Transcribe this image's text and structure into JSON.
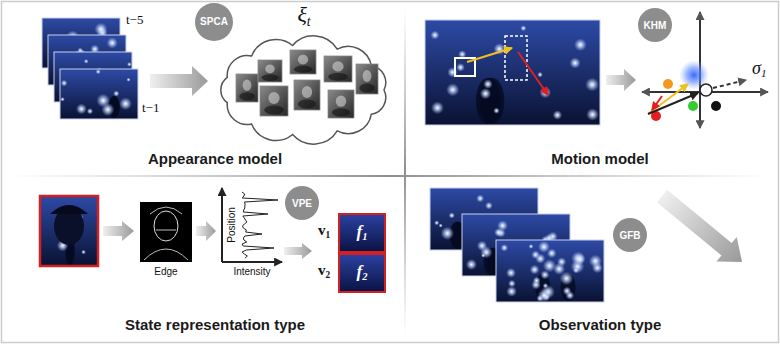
{
  "diagram": {
    "nodes": [
      {
        "text": [
          "SPCA"
        ]
      },
      {
        "text": [
          "KHM"
        ]
      },
      {
        "text": [
          "VPE"
        ]
      },
      {
        "text": [
          "f1"
        ]
      },
      {
        "text": [
          "f2"
        ]
      },
      {
        "text": [
          "GFB"
        ]
      }
    ],
    "labels": [
      "Appearance model",
      "t−5",
      "t−1",
      "ξt",
      "Motion model",
      "σ1",
      "Edge",
      "Position",
      "Intensity",
      "v1",
      "v2",
      "State representation type",
      "Observation type"
    ]
  }
}
